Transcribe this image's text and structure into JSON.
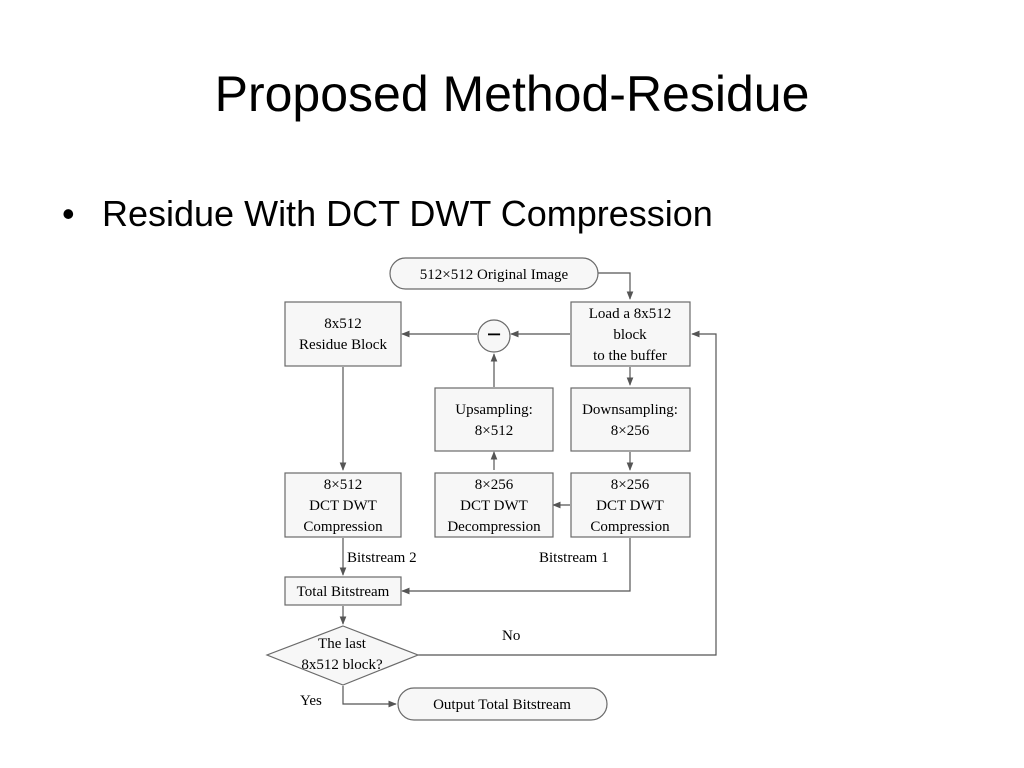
{
  "title": "Proposed Method-Residue",
  "bullet": {
    "marker": "•",
    "text": "Residue With DCT DWT Compression"
  },
  "diagram": {
    "original_image": "512×512 Original Image",
    "load_block": [
      "Load a 8x512",
      "block",
      "to the buffer"
    ],
    "subtract_symbol": "−",
    "residue_block": [
      "8x512",
      "Residue Block"
    ],
    "upsampling": [
      "Upsampling:",
      "8×512"
    ],
    "downsampling": [
      "Downsampling:",
      "8×256"
    ],
    "residue_compression": [
      "8×512",
      "DCT DWT",
      "Compression"
    ],
    "decompression": [
      "8×256",
      "DCT DWT",
      "Decompression"
    ],
    "compression": [
      "8×256",
      "DCT DWT",
      "Compression"
    ],
    "bitstream_2": "Bitstream 2",
    "bitstream_1": "Bitstream 1",
    "total_bitstream": "Total Bitstream",
    "decision": [
      "The last",
      "8x512 block?"
    ],
    "no_label": "No",
    "yes_label": "Yes",
    "output": "Output Total Bitstream"
  }
}
